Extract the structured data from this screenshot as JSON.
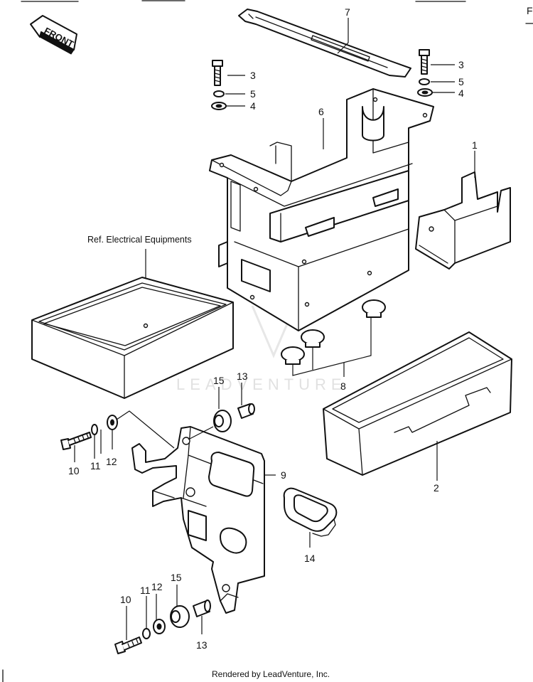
{
  "front_arrow": {
    "label": "FRONT"
  },
  "reference_label": "Ref. Electrical Equipments",
  "watermark": "LEADVENTURE",
  "footer": "Rendered by LeadVenture, Inc.",
  "edge_letter": "F",
  "callouts": {
    "c1": "1",
    "c2": "2",
    "c3a": "3",
    "c3b": "3",
    "c4a": "4",
    "c4b": "4",
    "c5a": "5",
    "c5b": "5",
    "c6": "6",
    "c7": "7",
    "c8": "8",
    "c9": "9",
    "c10a": "10",
    "c10b": "10",
    "c11a": "11",
    "c11b": "11",
    "c12a": "12",
    "c12b": "12",
    "c13a": "13",
    "c13b": "13",
    "c14": "14",
    "c15a": "15",
    "c15b": "15"
  },
  "colors": {
    "line": "#111111",
    "background": "#ffffff",
    "watermark": "#bdbdbd"
  }
}
